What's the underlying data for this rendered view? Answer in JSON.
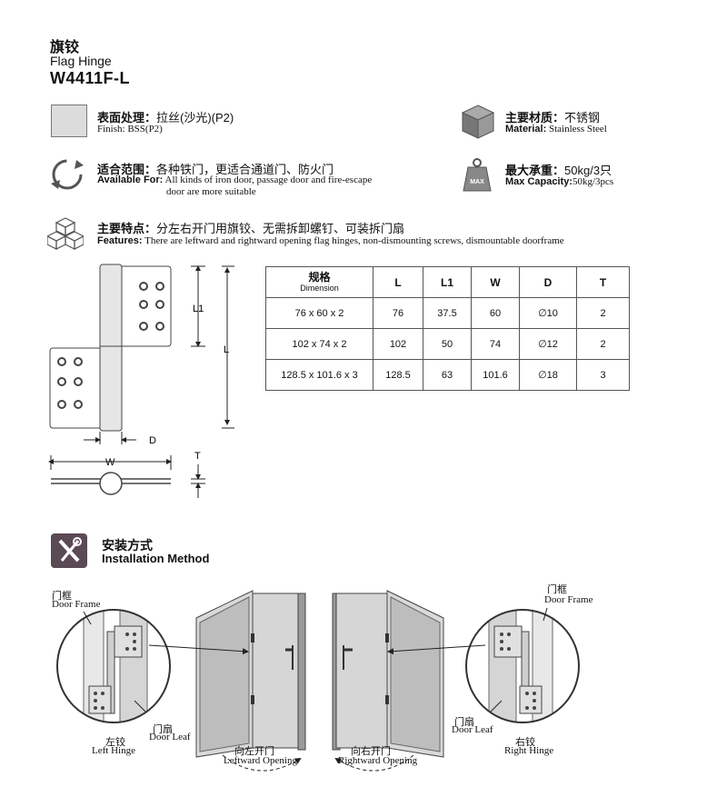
{
  "header": {
    "title_cn": "旗铰",
    "title_en": "Flag Hinge",
    "model": "W4411F-L"
  },
  "specs": {
    "surface": {
      "label_cn": "表面处理：",
      "value_cn": "拉丝(沙光)(P2)",
      "label_en": "Finish:",
      "value_en": "BSS(P2)"
    },
    "material": {
      "label_cn": "主要材质：",
      "value_cn": "不锈钢",
      "label_en": "Material:",
      "value_en": "Stainless Steel"
    },
    "usage": {
      "label_cn": "适合范围：",
      "value_cn": "各种铁门，更适合通道门、防火门",
      "label_en": "Available For:",
      "value_en_line1": "All kinds of iron door, passage door and fire-escape",
      "value_en_line2": "door are more suitable"
    },
    "capacity": {
      "label_cn": "最大承重：",
      "value_cn": "50kg/3只",
      "label_en": "Max Capacity:",
      "value_en": "50kg/3pcs",
      "icon_text": "MAX"
    },
    "features": {
      "label_cn": "主要特点：",
      "value_cn": "分左右开门用旗铰、无需拆卸螺钉、可装拆门扇",
      "label_en": "Features:",
      "value_en": "There are leftward and rightward opening flag hinges, non-dismounting screws, dismountable doorframe"
    }
  },
  "drawing": {
    "L1": "L1",
    "L": "L",
    "D": "D",
    "W": "W",
    "T": "T"
  },
  "table": {
    "header_cn": "规格",
    "header_en": "Dimension",
    "columns": [
      "L",
      "L1",
      "W",
      "D",
      "T"
    ],
    "rows": [
      {
        "dim": "76 x 60 x 2",
        "L": "76",
        "L1": "37.5",
        "W": "60",
        "D": "∅10",
        "T": "2"
      },
      {
        "dim": "102 x 74 x 2",
        "L": "102",
        "L1": "50",
        "W": "74",
        "D": "∅12",
        "T": "2"
      },
      {
        "dim": "128.5 x 101.6 x 3",
        "L": "128.5",
        "L1": "63",
        "W": "101.6",
        "D": "∅18",
        "T": "3"
      }
    ]
  },
  "installation": {
    "title_cn": "安装方式",
    "title_en": "Installation Method",
    "door_frame_cn": "门框",
    "door_frame_en": "Door Frame",
    "door_leaf_cn": "门扇",
    "door_leaf_en": "Door Leaf",
    "left_hinge_cn": "左铰",
    "left_hinge_en": "Left Hinge",
    "right_hinge_cn": "右铰",
    "right_hinge_en": "Right Hinge",
    "left_open_cn": "向左开门",
    "left_open_en": "Leftward Opening",
    "right_open_cn": "向右开门",
    "right_open_en": "Rightward Opening"
  }
}
